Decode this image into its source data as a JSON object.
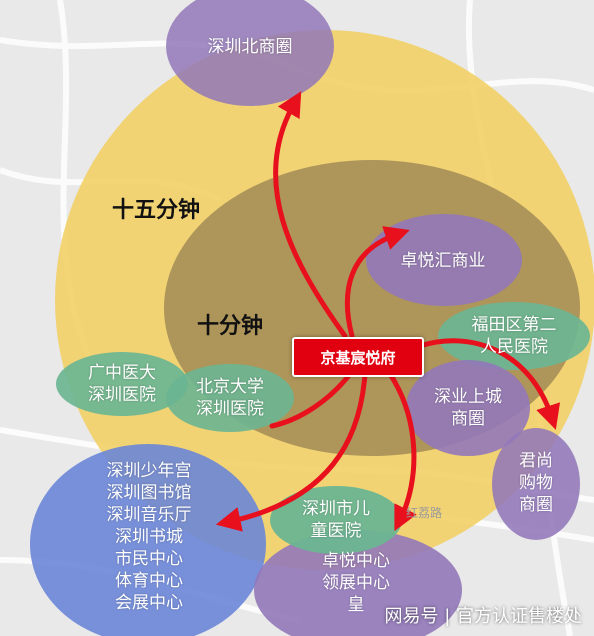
{
  "zones": {
    "fifteen_min": "十五分钟",
    "ten_min": "十分钟"
  },
  "center": "京基宸悦府",
  "pois": {
    "shenzhen_north": "深圳北商圈",
    "zhuoyuehui": "卓悦汇商业",
    "futian_second_hospital": "福田区第二\n人民医院",
    "guangzhong_hospital": "广中医大\n深圳医院",
    "peking_univ_hospital": "北京大学\n深圳医院",
    "shenye_city": "深业上城\n商圈",
    "junshang": "君尚\n购物\n商圈",
    "children_hospital": "深圳市儿\n童医院",
    "culture_cluster": "深圳少年宫\n深圳图书馆\n深圳音乐厅\n深圳书城\n市民中心\n体育中心\n会展中心",
    "bottom_center": "卓悦中心\n领展中心\n皇"
  },
  "road_label": "红荔路",
  "watermark": "网易号 | 官方认证售楼处",
  "colors": {
    "outer_circle": "#f1cf63",
    "inner_circle": "#a28a56",
    "purple": "#9278b9",
    "green": "#6bb592",
    "blue": "#6b86d7",
    "arrow": "#e8101d",
    "center_box": "#e00010"
  }
}
